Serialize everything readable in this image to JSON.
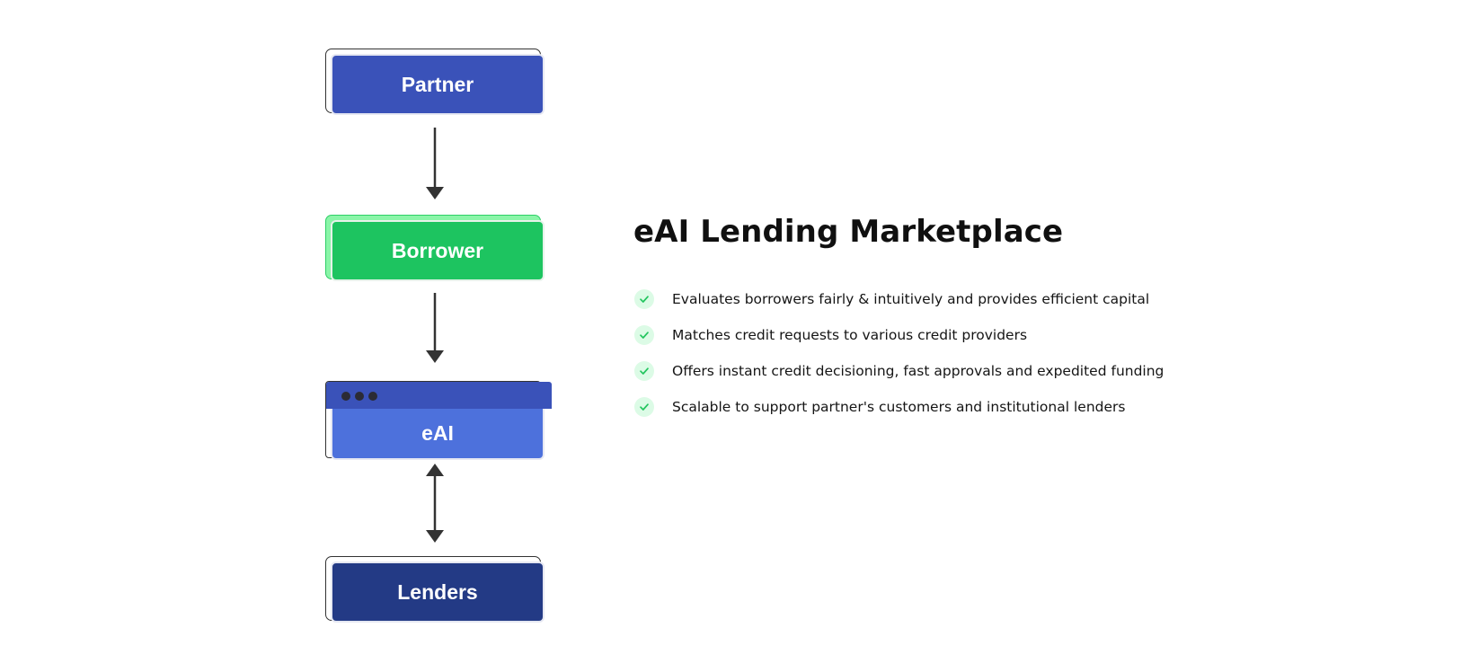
{
  "diagram": {
    "nodes": [
      {
        "id": "partner",
        "label": "Partner"
      },
      {
        "id": "borrower",
        "label": "Borrower"
      },
      {
        "id": "eai",
        "label": "eAI"
      },
      {
        "id": "lenders",
        "label": "Lenders"
      }
    ],
    "edges": [
      {
        "from": "partner",
        "to": "borrower",
        "direction": "one-way"
      },
      {
        "from": "borrower",
        "to": "eai",
        "direction": "one-way"
      },
      {
        "from": "eai",
        "to": "lenders",
        "direction": "two-way"
      }
    ]
  },
  "info": {
    "title": "eAI Lending Marketplace",
    "features": [
      "Evaluates borrowers fairly & intuitively and provides efficient capital",
      "Matches credit requests to various credit providers",
      "Offers instant credit decisioning, fast approvals and expedited funding",
      "Scalable to support partner's customers and institutional lenders"
    ]
  },
  "colors": {
    "partner": "#3a52b9",
    "borrower": "#1dc460",
    "eai": "#4d71dc",
    "lenders": "#233a85",
    "check": "#22c55e"
  }
}
